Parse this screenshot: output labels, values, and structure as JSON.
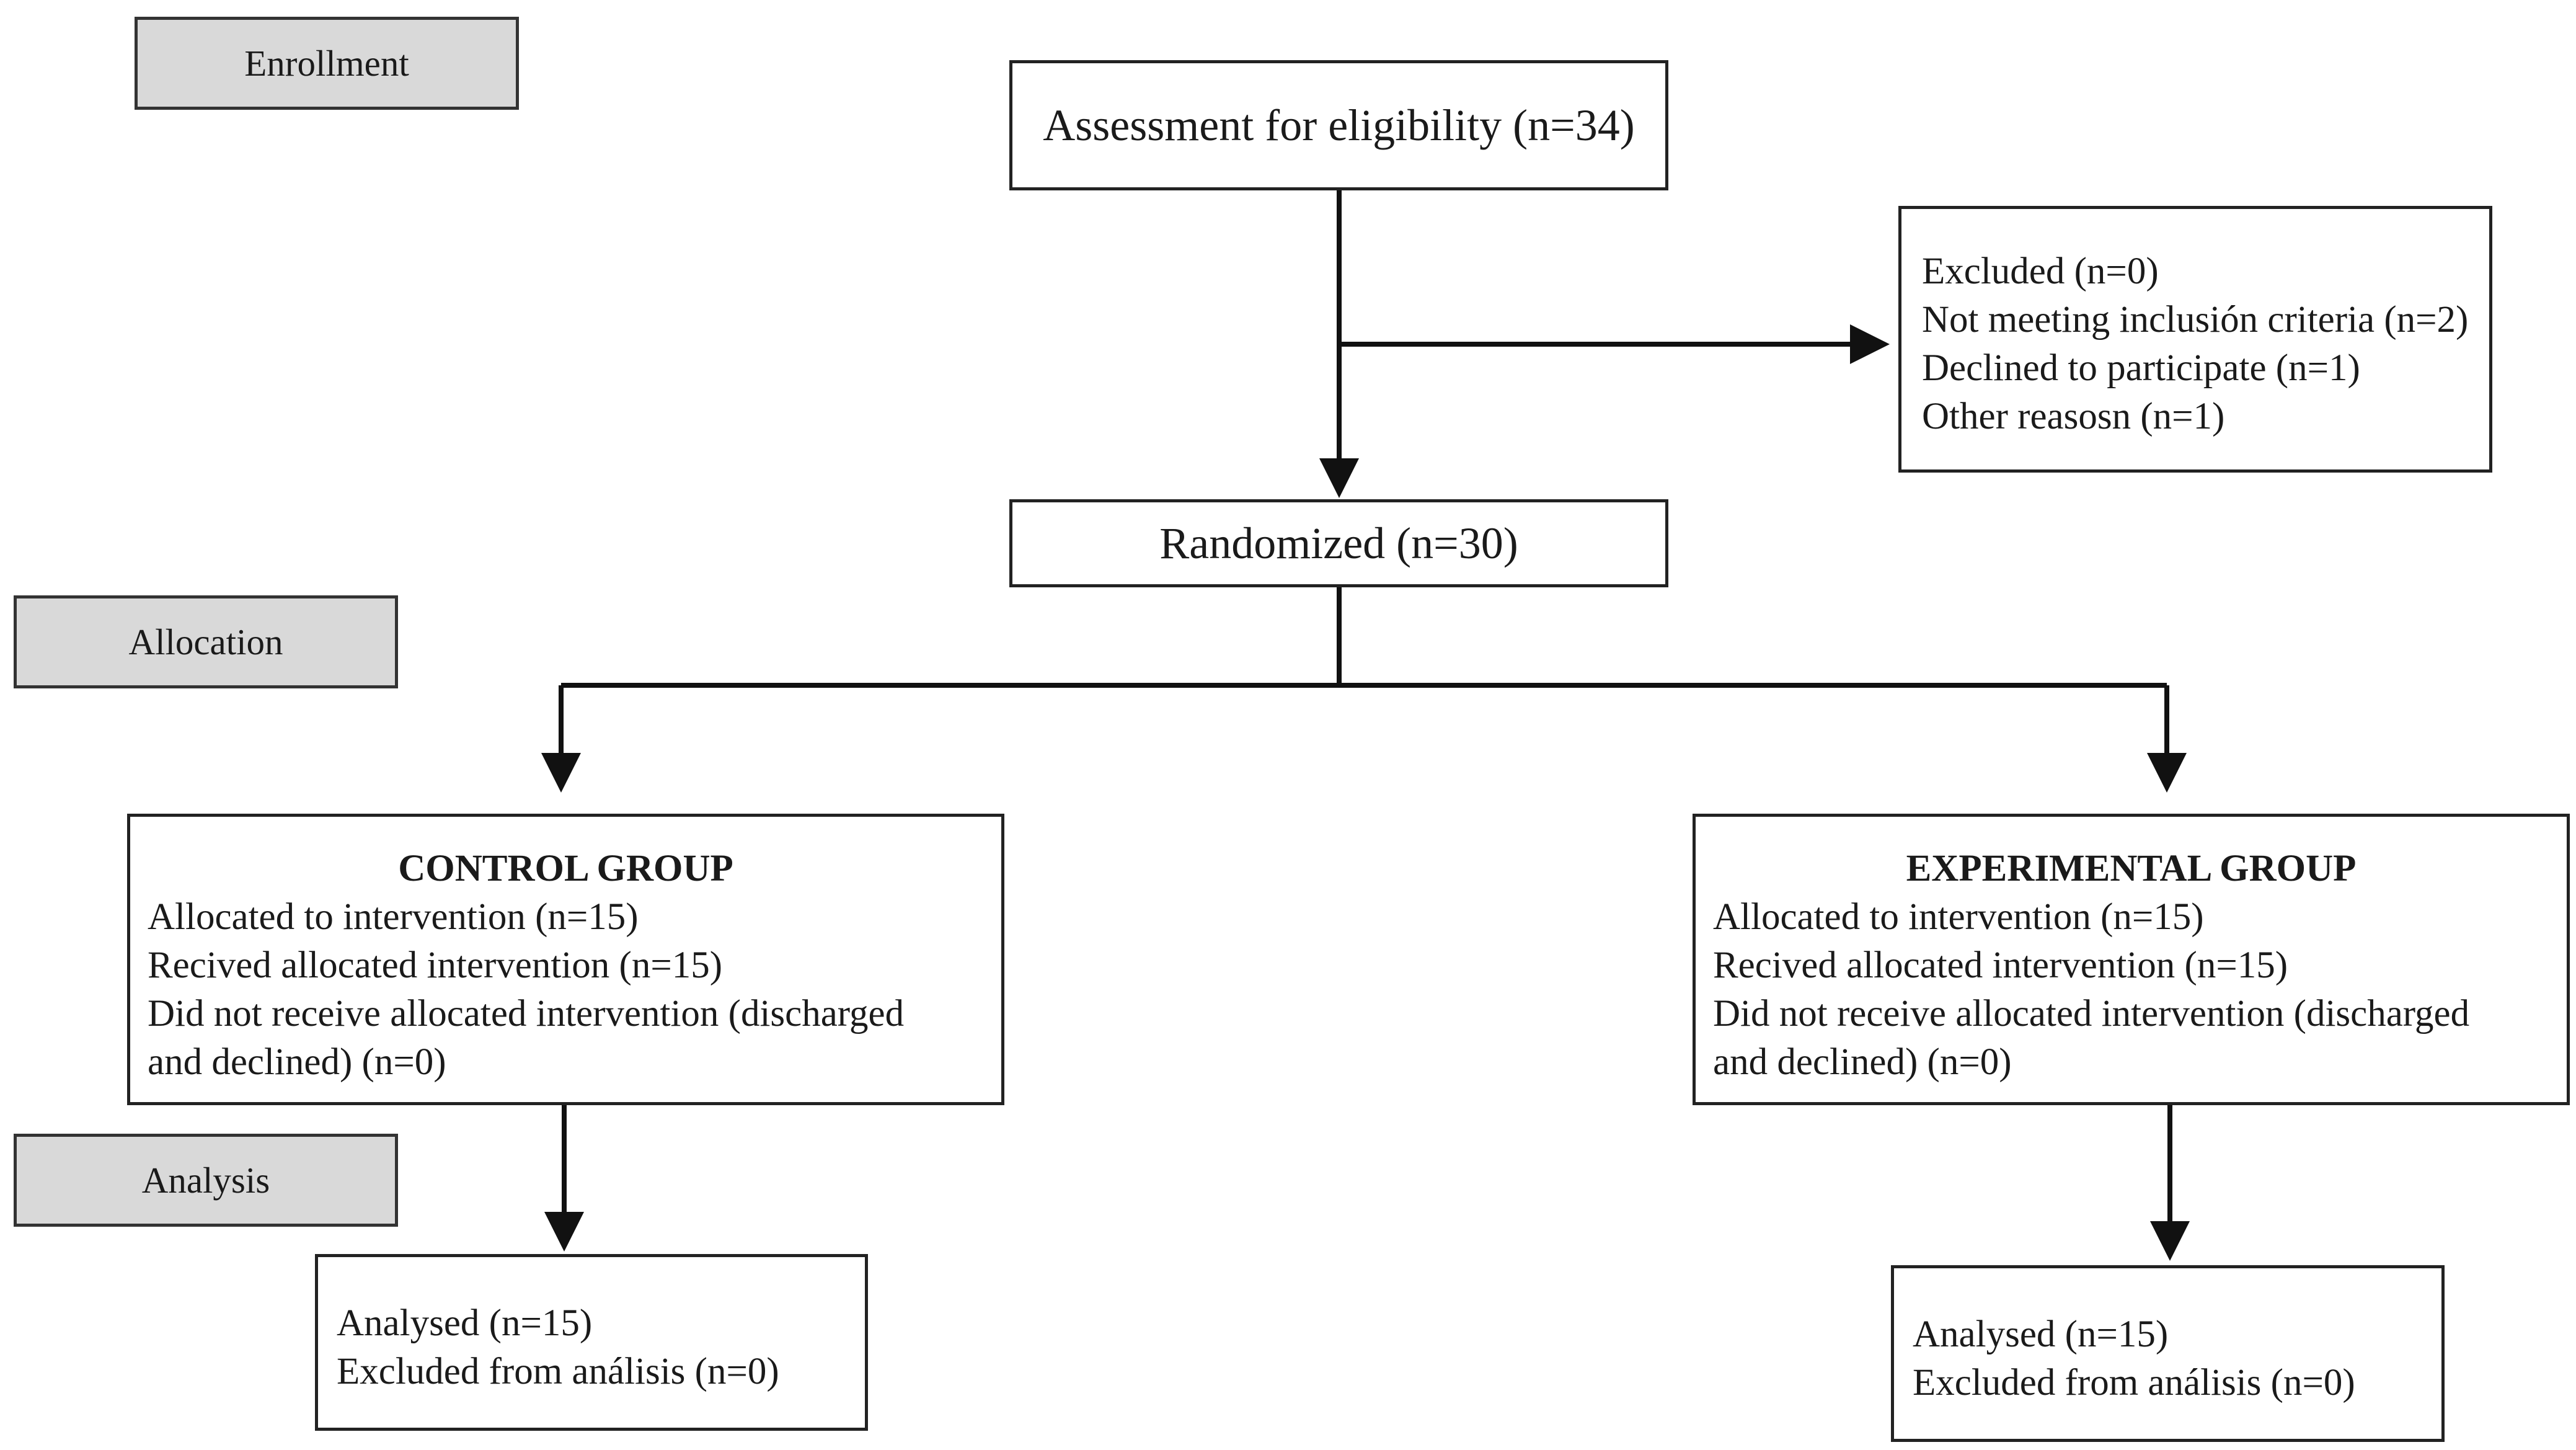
{
  "stages": {
    "enrollment": "Enrollment",
    "allocation": "Allocation",
    "analysis": "Analysis"
  },
  "assessment": "Assessment for eligibility (n=34)",
  "excluded": {
    "lines": [
      "Excluded (n=0)",
      "Not meeting inclusión criteria (n=2)",
      "Declined to participate (n=1)",
      "Other reasosn (n=1)"
    ]
  },
  "randomized": "Randomized (n=30)",
  "control": {
    "title": "CONTROL GROUP",
    "lines": [
      "Allocated to intervention (n=15)",
      "Recived allocated intervention (n=15)",
      "Did not receive allocated intervention (discharged",
      "and declined) (n=0)"
    ],
    "analysis": [
      "Analysed (n=15)",
      "Excluded from análisis (n=0)"
    ]
  },
  "experimental": {
    "title": "EXPERIMENTAL GROUP",
    "lines": [
      "Allocated to intervention (n=15)",
      "Recived allocated intervention (n=15)",
      "Did not receive allocated intervention (discharged",
      "and declined) (n=0)"
    ],
    "analysis": [
      "Analysed (n=15)",
      "Excluded from análisis (n=0)"
    ]
  }
}
